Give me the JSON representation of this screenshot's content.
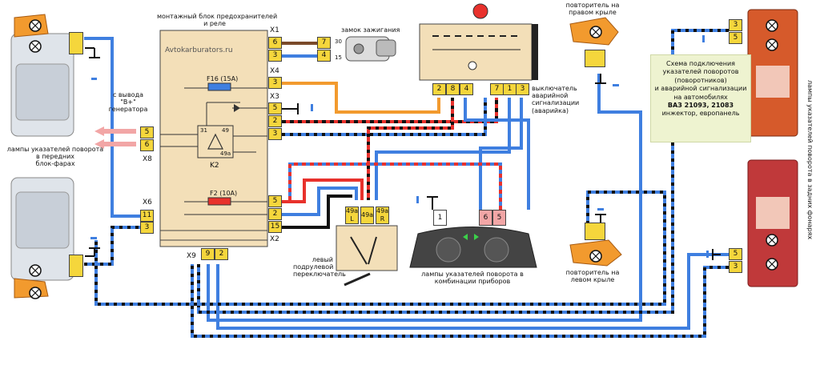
{
  "labels": {
    "block_title_1": "монтажный блок предохранителей",
    "block_title_2": "и реле",
    "ignition": "замок зажигания",
    "watermark": "Avtokarburators.ru",
    "fuse16": "F16 (15A)",
    "fuse2": "F2 (10A)",
    "relay": "K2",
    "hazard_1": "выключатель",
    "hazard_2": "аварийной",
    "hazard_3": "сигнализации",
    "hazard_4": "(аварийка)",
    "gen_1": "с вывода",
    "gen_2": "\"B+\"",
    "gen_3": "генератора",
    "front_lamps_1": "лампы указателей поворота",
    "front_lamps_2": "в передних",
    "front_lamps_3": "блок-фарах",
    "right_rep_1": "повторитель на",
    "right_rep_2": "правом крыле",
    "left_rep_1": "повторитель на",
    "left_rep_2": "левом крыле",
    "switch_1": "левый",
    "switch_2": "подрулевой",
    "switch_3": "переключатель",
    "cluster_1": "лампы указателей поворота в",
    "cluster_2": "комбинации приборов",
    "rear_vertical": "лампы указателей поворота в задних фонарях"
  },
  "note_lines": [
    "Схема подключения",
    "указателей поворотов",
    "(поворотников)",
    "и аварийной сигнализации",
    "на автомобилях",
    "ВАЗ 21093, 21083",
    "инжектор, европанель"
  ],
  "connectors": {
    "X1": "X1",
    "X2": "X2",
    "X3": "X3",
    "X4": "X4",
    "X6": "X6",
    "X8": "X8",
    "X9": "X9"
  },
  "pins": {
    "x1_a": "6",
    "x1_b": "3",
    "ign_a": "7",
    "ign_b": "4",
    "ign_30": "30",
    "ign_15": "15",
    "x4": "3",
    "x3_a": "5",
    "x3_b": "2",
    "x3_c": "3",
    "x8_a": "5",
    "x8_b": "6",
    "x6_a": "11",
    "x6_b": "3",
    "x2_a": "5",
    "x2_b": "2",
    "x2_c": "15",
    "x9_a": "9",
    "x9_b": "2",
    "relay_31": "31",
    "relay_49": "49",
    "relay_49a": "49a",
    "hz_1": "2",
    "hz_2": "8",
    "hz_3": "4",
    "hz_4": "7",
    "hz_5": "1",
    "hz_6": "3",
    "sw_l": "49a\nL",
    "sw_m": "49a",
    "sw_r": "49a\nR",
    "cl_1": "1",
    "cl_6": "6",
    "cl_5": "5",
    "rt_a": "3",
    "rt_b": "5",
    "rb_a": "5",
    "rb_b": "3"
  },
  "colors": {
    "blue": "#3f7fe0",
    "orange": "#f29a2e",
    "red": "#e8312c",
    "black": "#111111",
    "pink": "#f2a6a6",
    "connector": "#f5d63c",
    "block": "#f3dfb8"
  },
  "icons": [
    "lamp-icon",
    "ground-icon",
    "hazard-button-icon",
    "arrow-icon"
  ]
}
